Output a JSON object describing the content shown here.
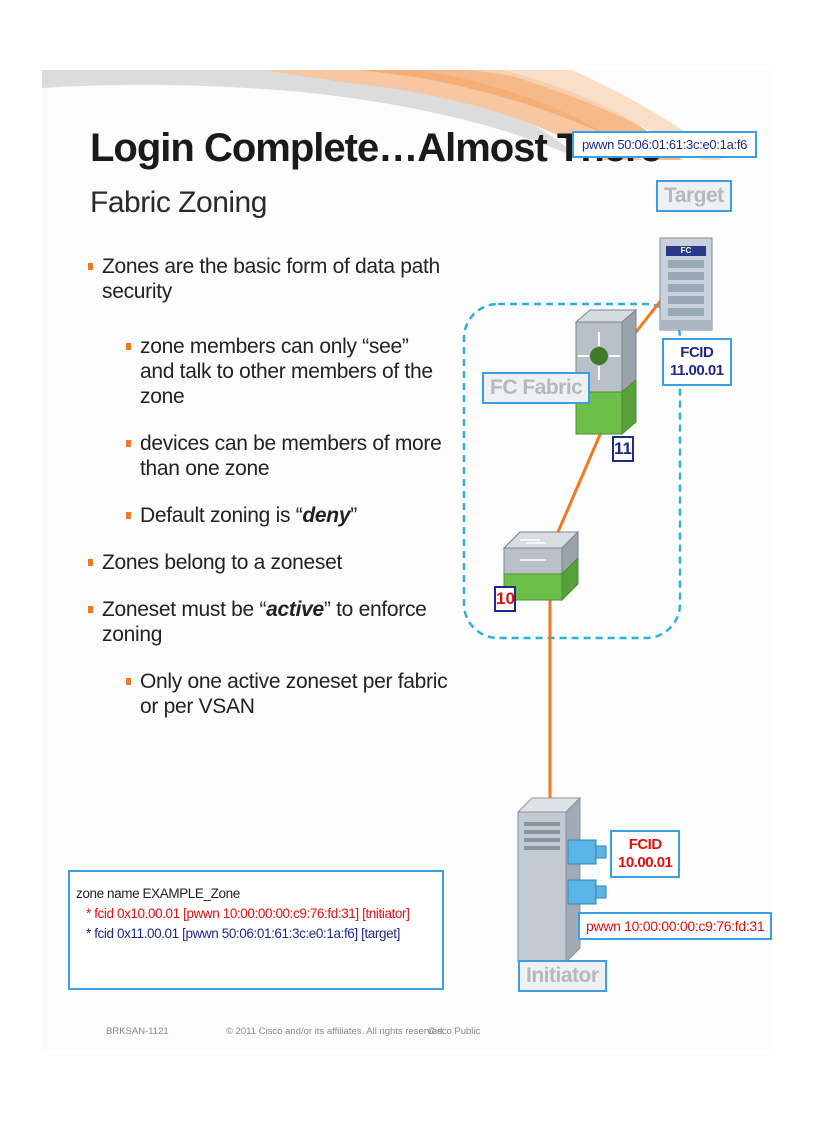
{
  "slide": {
    "title": "Login Complete…Almost There",
    "subtitle": "Fabric Zoning"
  },
  "bullets": [
    {
      "level": 1,
      "text": "Zones are the basic form of data path security"
    },
    {
      "level": 2,
      "text": "zone members can only “see” and talk to other members of the zone"
    },
    {
      "level": 2,
      "text": "devices can be members of more than one zone"
    },
    {
      "level": 2,
      "prefix": "Default zoning is “",
      "emph": "deny",
      "suffix": "”"
    },
    {
      "level": 1,
      "text": "Zones belong to a zoneset"
    },
    {
      "level": 1,
      "prefix": "Zoneset must be “",
      "emph": "active",
      "suffix": "” to enforce zoning"
    },
    {
      "level": 2,
      "text": "Only one active zoneset per fabric or per VSAN"
    }
  ],
  "diagram": {
    "target_pwwn": "pwwn 50:06:01:61:3c:e0:1a:f6",
    "target_label": "Target",
    "array_badge": "FC",
    "target_fcid_label": "FCID",
    "target_fcid_value": "11.00.01",
    "fabric_label": "FC Fabric",
    "core_domain": "11",
    "edge_domain": "10",
    "initiator_fcid_label": "FCID",
    "initiator_fcid_value": "10.00.01",
    "initiator_pwwn": "pwwn 10:00:00:00:c9:76:fd:31",
    "initiator_label": "Initiator"
  },
  "zone_config": {
    "header": "zone name EXAMPLE_Zone",
    "line1": "* fcid 0x10.00.01 [pwwn 10:00:00:00:c9:76:fd:31] [tnitiator]",
    "line2": "* fcid 0x11.00.01 [pwwn 50:06:01:61:3c:e0:1a:f6] [target]"
  },
  "footer": {
    "code": "BRKSAN-1121",
    "copyright": "© 2011 Cisco and/or its affiliates. All rights reserved.",
    "classification": "Cisco Public"
  },
  "colors": {
    "accent_orange": "#f07a24",
    "border_blue": "#3aa0e6",
    "text_navy": "#1e2a8a",
    "text_red": "#e01010",
    "switch_green": "#6cc04a"
  },
  "icons": [
    "director-switch-icon",
    "fabric-switch-icon",
    "storage-array-icon",
    "server-icon"
  ]
}
